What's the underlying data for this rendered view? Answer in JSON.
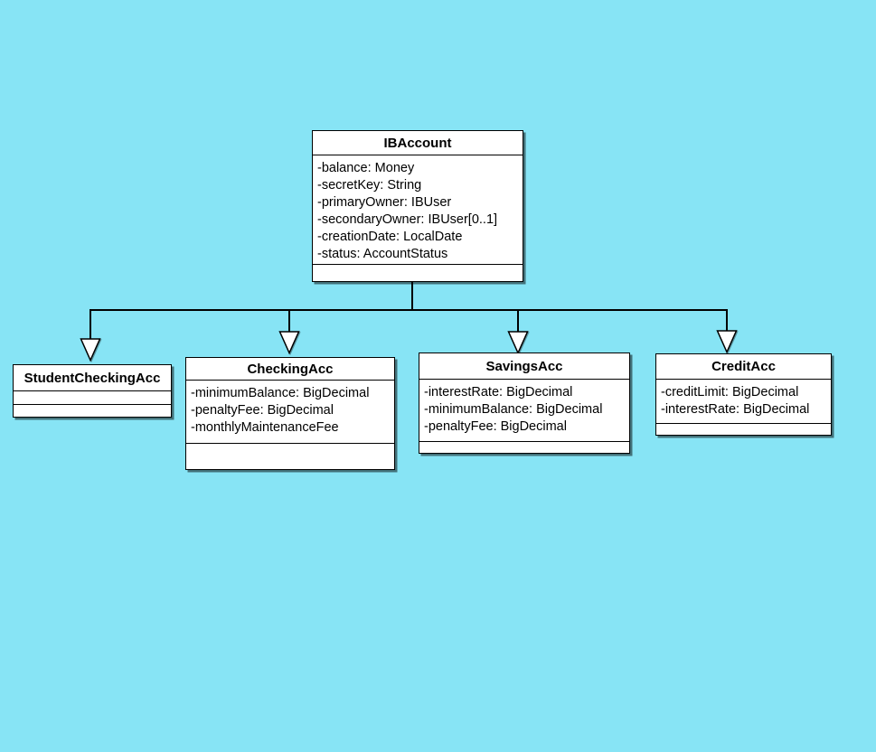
{
  "canvas": {
    "background_color": "#87E4F5",
    "box_fill": "#FFFFFF",
    "line_color": "#000000",
    "shadow_color": "#5E5E5E"
  },
  "classes": [
    {
      "name": "IBAccount",
      "attributes": [
        "-balance: Money",
        "-secretKey: String",
        "-primaryOwner: IBUser",
        "-secondaryOwner: IBUser[0..1]",
        "-creationDate: LocalDate",
        "-status: AccountStatus"
      ],
      "methods": []
    },
    {
      "name": "StudentCheckingAcc",
      "attributes": [],
      "methods": []
    },
    {
      "name": "CheckingAcc",
      "attributes": [
        "-minimumBalance: BigDecimal",
        "-penaltyFee: BigDecimal",
        "-monthlyMaintenanceFee"
      ],
      "methods": []
    },
    {
      "name": "SavingsAcc",
      "attributes": [
        "-interestRate: BigDecimal",
        "-minimumBalance: BigDecimal",
        "-penaltyFee: BigDecimal"
      ],
      "methods": []
    },
    {
      "name": "CreditAcc",
      "attributes": [
        "-creditLimit: BigDecimal",
        "-interestRate: BigDecimal"
      ],
      "methods": []
    }
  ],
  "relationships": [
    {
      "type": "generalization",
      "parent": "IBAccount",
      "child": "StudentCheckingAcc",
      "arrow": "hollow-triangle"
    },
    {
      "type": "generalization",
      "parent": "IBAccount",
      "child": "CheckingAcc",
      "arrow": "hollow-triangle"
    },
    {
      "type": "generalization",
      "parent": "IBAccount",
      "child": "SavingsAcc",
      "arrow": "hollow-triangle"
    },
    {
      "type": "generalization",
      "parent": "IBAccount",
      "child": "CreditAcc",
      "arrow": "hollow-triangle"
    }
  ]
}
